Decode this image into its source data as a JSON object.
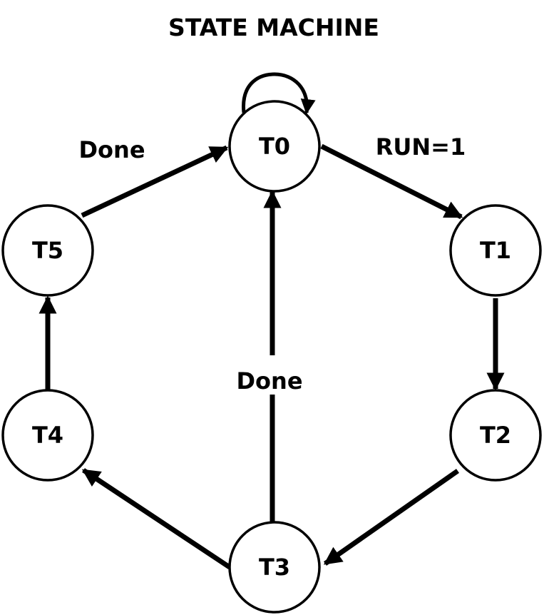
{
  "title": "STATE MACHINE",
  "nodes": [
    {
      "id": "T0",
      "label": "T0"
    },
    {
      "id": "T1",
      "label": "T1"
    },
    {
      "id": "T2",
      "label": "T2"
    },
    {
      "id": "T3",
      "label": "T3"
    },
    {
      "id": "T4",
      "label": "T4"
    },
    {
      "id": "T5",
      "label": "T5"
    }
  ],
  "edges": [
    {
      "from": "T0",
      "to": "T0",
      "label": ""
    },
    {
      "from": "T0",
      "to": "T1",
      "label": "RUN=1"
    },
    {
      "from": "T1",
      "to": "T2",
      "label": ""
    },
    {
      "from": "T2",
      "to": "T3",
      "label": ""
    },
    {
      "from": "T3",
      "to": "T4",
      "label": ""
    },
    {
      "from": "T4",
      "to": "T5",
      "label": ""
    },
    {
      "from": "T5",
      "to": "T0",
      "label": "Done"
    },
    {
      "from": "T3",
      "to": "T0",
      "label": "Done"
    }
  ],
  "colors": {
    "stroke": "#000000",
    "node_fill": "#ffffff",
    "background": "#ffffff"
  }
}
